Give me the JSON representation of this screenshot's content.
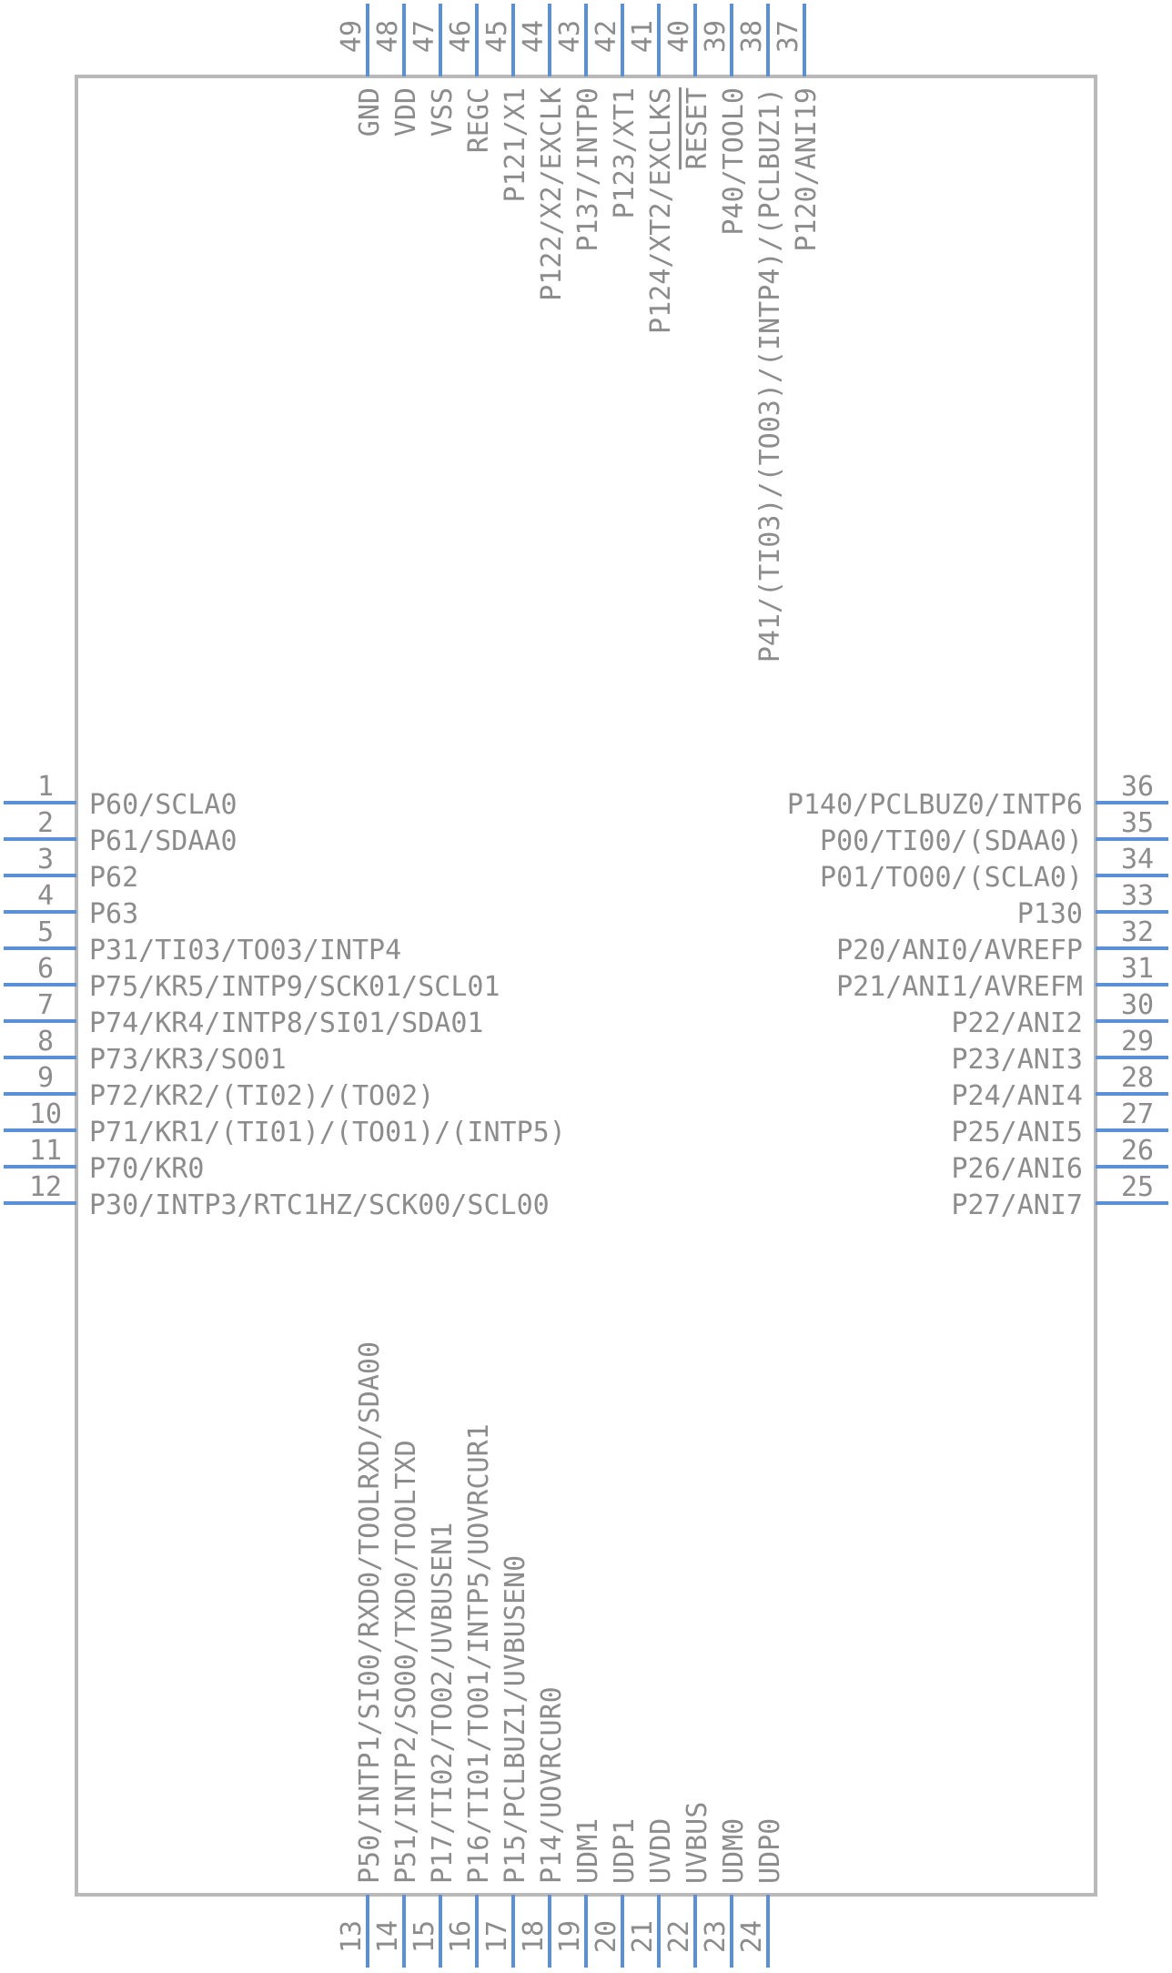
{
  "component": {
    "left_pins": [
      {
        "num": "1",
        "label": "P60/SCLA0"
      },
      {
        "num": "2",
        "label": "P61/SDAA0"
      },
      {
        "num": "3",
        "label": "P62"
      },
      {
        "num": "4",
        "label": "P63"
      },
      {
        "num": "5",
        "label": "P31/TI03/TO03/INTP4"
      },
      {
        "num": "6",
        "label": "P75/KR5/INTP9/SCK01/SCL01"
      },
      {
        "num": "7",
        "label": "P74/KR4/INTP8/SI01/SDA01"
      },
      {
        "num": "8",
        "label": "P73/KR3/SO01"
      },
      {
        "num": "9",
        "label": "P72/KR2/(TI02)/(TO02)"
      },
      {
        "num": "10",
        "label": "P71/KR1/(TI01)/(TO01)/(INTP5)"
      },
      {
        "num": "11",
        "label": "P70/KR0"
      },
      {
        "num": "12",
        "label": "P30/INTP3/RTC1HZ/SCK00/SCL00"
      }
    ],
    "right_pins": [
      {
        "num": "36",
        "label": "P140/PCLBUZ0/INTP6"
      },
      {
        "num": "35",
        "label": "P00/TI00/(SDAA0)"
      },
      {
        "num": "34",
        "label": "P01/TO00/(SCLA0)"
      },
      {
        "num": "33",
        "label": "P130"
      },
      {
        "num": "32",
        "label": "P20/ANI0/AVREFP"
      },
      {
        "num": "31",
        "label": "P21/ANI1/AVREFM"
      },
      {
        "num": "30",
        "label": "P22/ANI2"
      },
      {
        "num": "29",
        "label": "P23/ANI3"
      },
      {
        "num": "28",
        "label": "P24/ANI4"
      },
      {
        "num": "27",
        "label": "P25/ANI5"
      },
      {
        "num": "26",
        "label": "P26/ANI6"
      },
      {
        "num": "25",
        "label": "P27/ANI7"
      }
    ],
    "top_pins": [
      {
        "num": "49",
        "label": "GND"
      },
      {
        "num": "48",
        "label": "VDD"
      },
      {
        "num": "47",
        "label": "VSS"
      },
      {
        "num": "46",
        "label": "REGC"
      },
      {
        "num": "45",
        "label": "P121/X1"
      },
      {
        "num": "44",
        "label": "P122/X2/EXCLK"
      },
      {
        "num": "43",
        "label": "P137/INTP0"
      },
      {
        "num": "42",
        "label": "P123/XT1"
      },
      {
        "num": "41",
        "label": "P124/XT2/EXCLKS"
      },
      {
        "num": "40",
        "label": "RESET",
        "overline": true
      },
      {
        "num": "39",
        "label": "P40/TOOL0"
      },
      {
        "num": "38",
        "label": "P41/(TI03)/(TO03)/(INTP4)/(PCLBUZ1)"
      },
      {
        "num": "37",
        "label": "P120/ANI19"
      }
    ],
    "bottom_pins": [
      {
        "num": "13",
        "label": "P50/INTP1/SI00/RXD0/TOOLRXD/SDA00"
      },
      {
        "num": "14",
        "label": "P51/INTP2/SO00/TXD0/TOOLTXD"
      },
      {
        "num": "15",
        "label": "P17/TI02/TO02/UVBUSEN1"
      },
      {
        "num": "16",
        "label": "P16/TI01/TO01/INTP5/UOVRCUR1"
      },
      {
        "num": "17",
        "label": "P15/PCLBUZ1/UVBUSEN0"
      },
      {
        "num": "18",
        "label": "P14/UOVRCUR0"
      },
      {
        "num": "19",
        "label": "UDM1"
      },
      {
        "num": "20",
        "label": "UDP1"
      },
      {
        "num": "21",
        "label": "UVDD"
      },
      {
        "num": "22",
        "label": "UVBUS"
      },
      {
        "num": "23",
        "label": "UDM0"
      },
      {
        "num": "24",
        "label": "UDP0"
      }
    ]
  }
}
